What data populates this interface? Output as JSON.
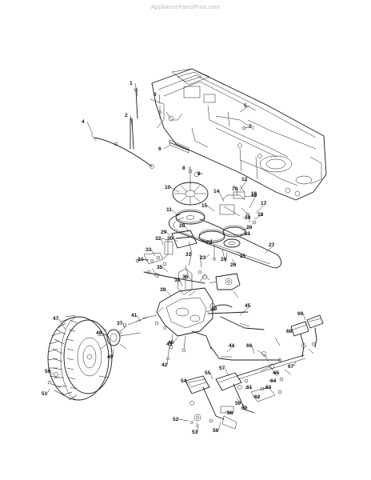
{
  "watermark": "AppliancePartsPros.com",
  "callouts": [
    "1",
    "2",
    "3",
    "4",
    "5",
    "6",
    "7",
    "8",
    "9",
    "10",
    "11",
    "12",
    "13",
    "14",
    "15",
    "16",
    "17",
    "18",
    "19",
    "20",
    "21",
    "22",
    "23",
    "24",
    "25",
    "26",
    "27",
    "28",
    "29",
    "30",
    "31",
    "32",
    "33",
    "34",
    "35",
    "36",
    "37",
    "38",
    "39",
    "40",
    "41",
    "42",
    "43",
    "44",
    "45",
    "46",
    "47",
    "48",
    "49",
    "50",
    "51",
    "52",
    "53",
    "54",
    "55",
    "56",
    "57",
    "58",
    "59",
    "60",
    "61",
    "62",
    "63",
    "64",
    "65",
    "66",
    "67",
    "68",
    "69",
    "70"
  ]
}
